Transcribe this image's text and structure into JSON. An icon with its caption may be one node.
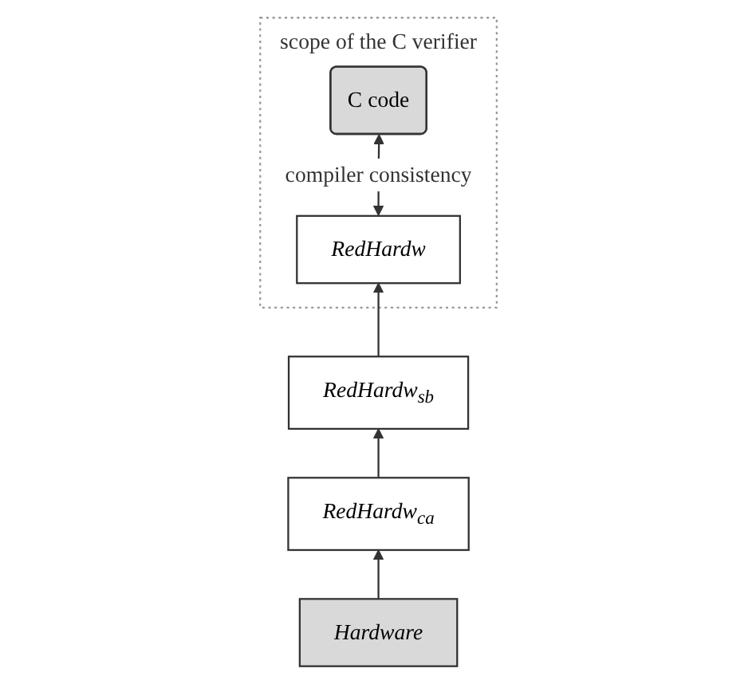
{
  "diagram": {
    "nodes": [
      {
        "text": [
          "scope of the C verifier"
        ]
      },
      {
        "text": [
          "C code"
        ],
        "in": 0
      },
      {
        "text": [
          "RedHardw"
        ],
        "in": 0
      },
      {
        "text": [
          "RedHardw$_{sb}$"
        ]
      },
      {
        "text": [
          "RedHardw$_{ca}$"
        ]
      },
      {
        "text": [
          "Hardware"
        ]
      }
    ],
    "edges": [
      {
        "from": 2,
        "to": 1,
        "arrow": "both",
        "label": "compiler consistency"
      },
      {
        "from": 3,
        "to": 2,
        "arrow": "to"
      },
      {
        "from": 4,
        "to": 3,
        "arrow": "to"
      },
      {
        "from": 5,
        "to": 4,
        "arrow": "to"
      }
    ]
  }
}
